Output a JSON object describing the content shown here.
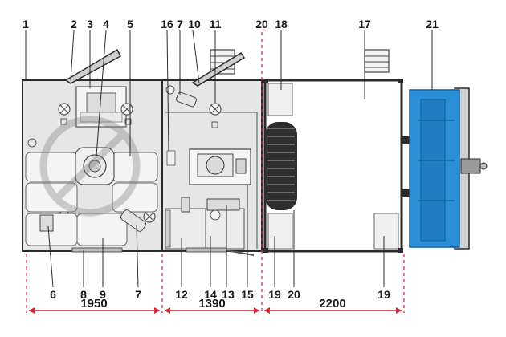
{
  "callouts": {
    "c1": "1",
    "c2": "2",
    "c3": "3",
    "c4": "4",
    "c5": "5",
    "c16": "16",
    "c7top": "7",
    "c10": "10",
    "c11": "11",
    "c20top": "20",
    "c18": "18",
    "c17": "17",
    "c21": "21",
    "c6": "6",
    "c8": "8",
    "c9": "9",
    "c7bot": "7",
    "c12": "12",
    "c14": "14",
    "c13": "13",
    "c15": "15",
    "c19a": "19",
    "c20bot": "20",
    "c19b": "19"
  },
  "dimensions": {
    "section1": "1950",
    "section2": "1390",
    "section3": "2200"
  },
  "colors": {
    "outline": "#2b2b2b",
    "floor": "#e6e6e6",
    "fixture": "#f4f4f4",
    "dimension": "#d8233a",
    "crane": "#2a8fd6",
    "crane_dark": "#155f9a",
    "tire": "#2e2e2e",
    "text": "#1a1a1a"
  },
  "icons": {
    "logo": "watermark-logo-icon",
    "lamp": "light-x-icon",
    "wheel": "spare-wheel-icon",
    "crane": "crane-icon"
  }
}
